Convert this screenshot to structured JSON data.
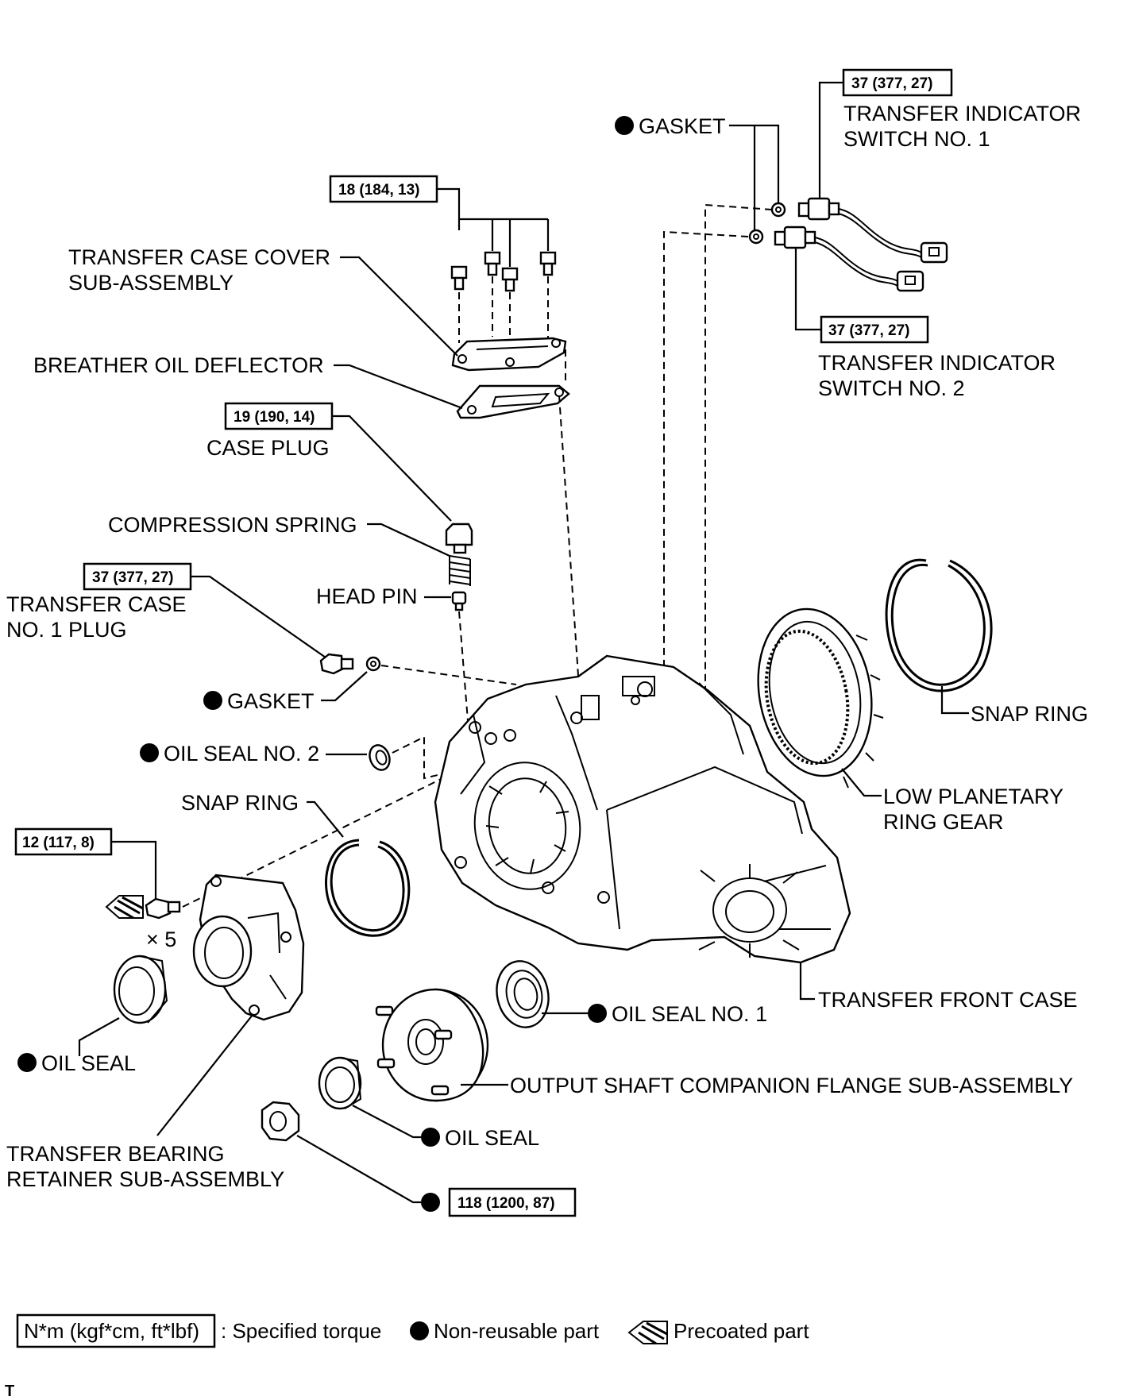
{
  "labels": {
    "gasket_top": "GASKET",
    "torque_switch1": "37 (377, 27)",
    "switch1_l1": "TRANSFER INDICATOR",
    "switch1_l2": "SWITCH NO. 1",
    "torque_cover": "18 (184, 13)",
    "cover_l1": "TRANSFER CASE COVER",
    "cover_l2": "SUB-ASSEMBLY",
    "torque_switch2": "37 (377, 27)",
    "switch2_l1": "TRANSFER INDICATOR",
    "switch2_l2": "SWITCH NO. 2",
    "deflector": "BREATHER OIL DEFLECTOR",
    "torque_case_plug": "19 (190, 14)",
    "case_plug": "CASE PLUG",
    "compression_spring": "COMPRESSION SPRING",
    "torque_no1_plug": "37 (377, 27)",
    "no1_plug_l1": "TRANSFER CASE",
    "no1_plug_l2": "NO. 1 PLUG",
    "head_pin": "HEAD PIN",
    "gasket_mid": "GASKET",
    "oil_seal_no2": "OIL SEAL NO. 2",
    "snap_ring_left": "SNAP RING",
    "torque_bolt": "12 (117, 8)",
    "times5": "× 5",
    "snap_ring_right": "SNAP RING",
    "low_gear_l1": "LOW PLANETARY",
    "low_gear_l2": "RING GEAR",
    "front_case": "TRANSFER FRONT CASE",
    "oil_seal_no1": "OIL SEAL NO. 1",
    "oil_seal_left": "OIL SEAL",
    "companion_flange": "OUTPUT SHAFT COMPANION FLANGE SUB-ASSEMBLY",
    "oil_seal_bottom": "OIL SEAL",
    "retainer_l1": "TRANSFER BEARING",
    "retainer_l2": "RETAINER SUB-ASSEMBLY",
    "torque_nut": "118 (1200, 87)"
  },
  "legend": {
    "torque_unit": "N*m (kgf*cm, ft*lbf)",
    "torque_text": ": Specified torque",
    "nonreusable_text": "Non-reusable part",
    "precoated_text": "Precoated part"
  },
  "footer_code": "T"
}
